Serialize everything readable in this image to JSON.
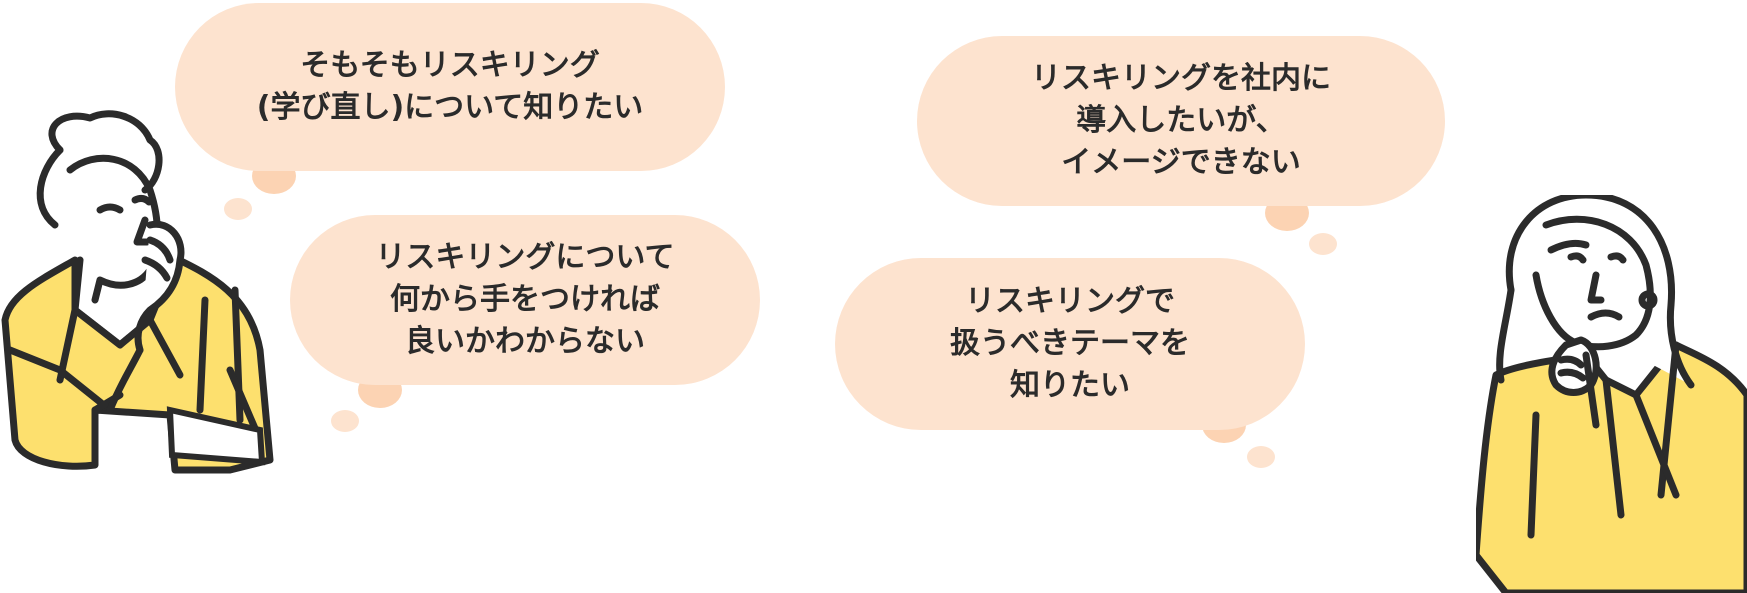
{
  "colors": {
    "bubble": "#FDE3CF",
    "bubble_tail": "#FCD3B3",
    "jacket": "#FDE06E",
    "outline": "#2b2b2b",
    "text": "#2b2b2b"
  },
  "bubbles": [
    {
      "text": "そもそもリスキリング\n(学び直し)について知りたい"
    },
    {
      "text": "リスキリングについて\n何から手をつければ\n良いかわからない"
    },
    {
      "text": "リスキリングを社内に\n導入したいが、\nイメージできない"
    },
    {
      "text": "リスキリングで\n扱うべきテーマを\n知りたい"
    }
  ],
  "icons": {
    "left_person": "thinking-man-icon",
    "right_person": "thinking-woman-icon"
  }
}
